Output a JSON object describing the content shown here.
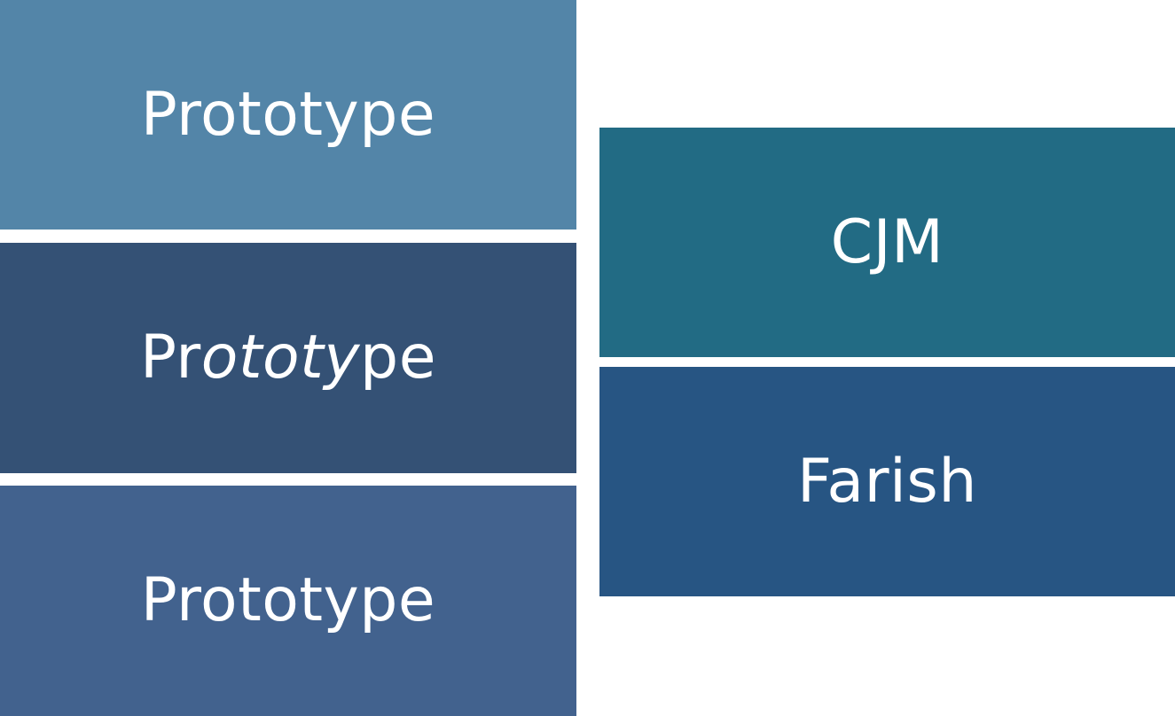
{
  "blocks": {
    "top_left": {
      "label": "Prototype",
      "color": "#5385a8"
    },
    "middle_left": {
      "label_parts": [
        "Pr",
        "ototy",
        "pe"
      ],
      "color": "#345175"
    },
    "bottom_left": {
      "label": "Prototype",
      "color": "#42628e"
    },
    "right_upper": {
      "label": "CJM",
      "color": "#226b84"
    },
    "right_lower": {
      "label": "Farish",
      "color": "#275583"
    }
  }
}
